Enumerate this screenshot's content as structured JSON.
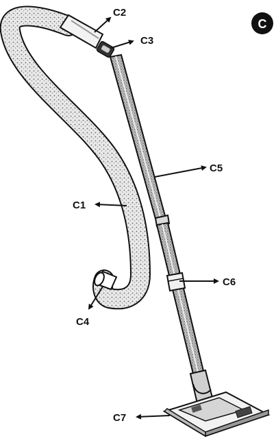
{
  "figure": {
    "section_badge": "C",
    "callouts": {
      "c1": "C1",
      "c2": "C2",
      "c3": "C3",
      "c4": "C4",
      "c5": "C5",
      "c6": "C6",
      "c7": "C7"
    }
  }
}
